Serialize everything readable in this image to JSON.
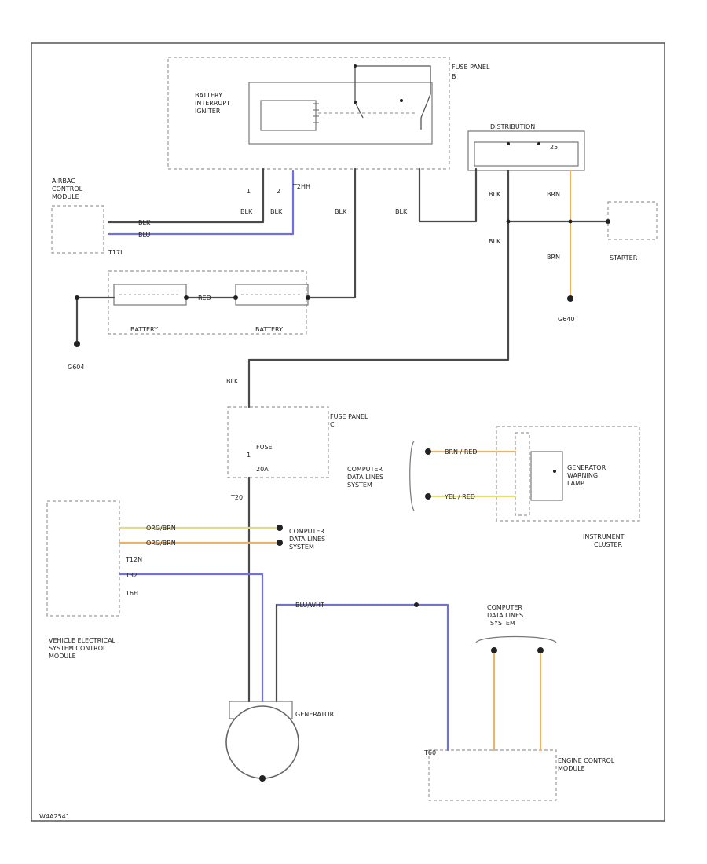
{
  "components": {
    "fuse_panel_top": "FUSE PANEL",
    "fuse_panel_top_sub": "B",
    "battery_interrupt": [
      "BATTERY",
      "INTERRUPT",
      "IGNITER"
    ],
    "distribution": "DISTRIBUTION",
    "airbag": [
      "AIRBAG",
      "CONTROL",
      "MODULE"
    ],
    "starter": "STARTER",
    "battery1": "BATTERY",
    "battery2": "BATTERY",
    "fuse_panel_mid": "FUSE PANEL",
    "fuse_panel_mid_sub": "C",
    "fuse": "FUSE",
    "fuse_num": "1",
    "fuse_amp": "20A",
    "vecm": [
      "VEHICLE ELECTRICAL",
      "SYSTEM CONTROL",
      "MODULE"
    ],
    "generator": "GENERATOR",
    "gen_warning": [
      "GENERATOR",
      "WARNING",
      "LAMP"
    ],
    "instrument_cluster": [
      "INSTRUMENT",
      "CLUSTER"
    ],
    "ecm": [
      "ENGINE CONTROL",
      "MODULE"
    ],
    "cdl_left": [
      "COMPUTER",
      "DATA LINES",
      "SYSTEM"
    ],
    "cdl_mid": [
      "COMPUTER",
      "DATA LINES",
      "SYSTEM"
    ],
    "cdl_bottom": [
      "COMPUTER",
      "DATA LINES",
      "SYSTEM"
    ]
  },
  "wire_labels": {
    "blk_1": "BLK",
    "blk_2": "BLK",
    "blk_3": "BLK",
    "blk_4": "BLK",
    "blk_5": "BLK",
    "blk_6": "BLK",
    "blk_7": "BLK",
    "blu": "BLU",
    "brn_top": "BRN",
    "brn_bot": "BRN",
    "brn_red": "BRN / RED",
    "yel_red": "YEL / RED",
    "org_brn_1": "ORG/BRN",
    "org_brn_2": "ORG/BRN",
    "blu_wht": "BLU/WHT",
    "blk_bat": "BLK",
    "red_bat": "RED"
  },
  "connectors": {
    "p1": "1",
    "p2": "2",
    "t2hh": "T2HH",
    "t17l": "T17L",
    "p25": "25",
    "t12n": "T12N",
    "t6h": "T6H",
    "t20": "T20",
    "t32": "T32",
    "t60": "T60"
  },
  "grounds": {
    "g1": "G604",
    "g2": "G640"
  },
  "footer_code": "W4A2541"
}
